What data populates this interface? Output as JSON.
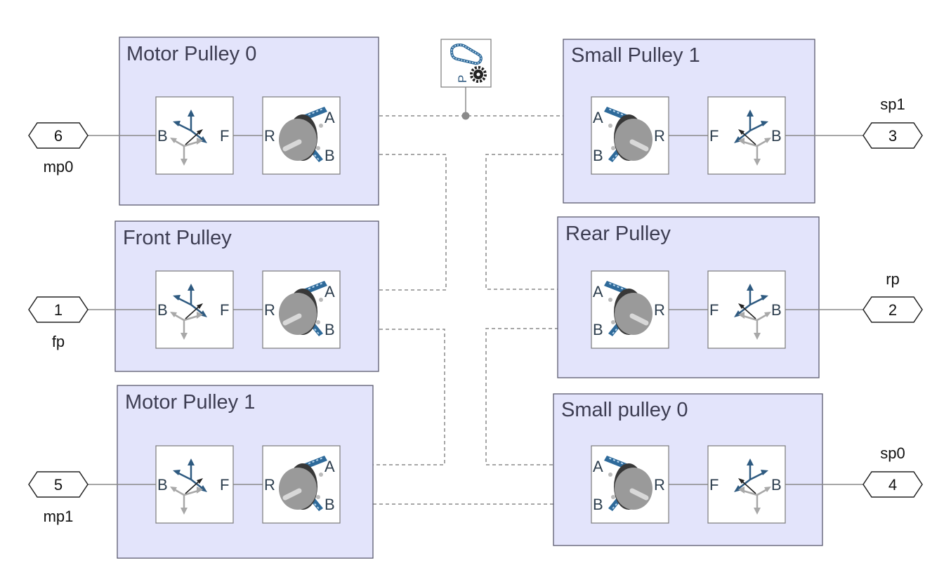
{
  "subsystems": [
    {
      "id": "mp0",
      "title": "Motor Pulley 0",
      "port_number": "6",
      "port_name": "mp0",
      "side": "left"
    },
    {
      "id": "fp",
      "title": "Front Pulley",
      "port_number": "1",
      "port_name": "fp",
      "side": "left"
    },
    {
      "id": "mp1",
      "title": "Motor Pulley 1",
      "port_number": "5",
      "port_name": "mp1",
      "side": "left"
    },
    {
      "id": "sp1",
      "title": "Small Pulley 1",
      "port_number": "3",
      "port_name": "sp1",
      "side": "right"
    },
    {
      "id": "rp",
      "title": "Rear Pulley",
      "port_number": "2",
      "port_name": "rp",
      "side": "right"
    },
    {
      "id": "sp0",
      "title": "Small pulley 0",
      "port_number": "4",
      "port_name": "sp0",
      "side": "right"
    }
  ],
  "port_labels": {
    "base": "B",
    "follower": "F",
    "rotor": "R",
    "belt_a": "A",
    "belt_b": "B"
  },
  "icons": {
    "belt_properties": "belt-properties-icon",
    "transform": "rigid-transform-icon",
    "pulley": "pulley-icon"
  },
  "colors": {
    "area_fill": "#e3e4fb",
    "block_fill": "#ffffff",
    "icon_blue": "#2e5a80",
    "wire": "#8a8a8a"
  }
}
